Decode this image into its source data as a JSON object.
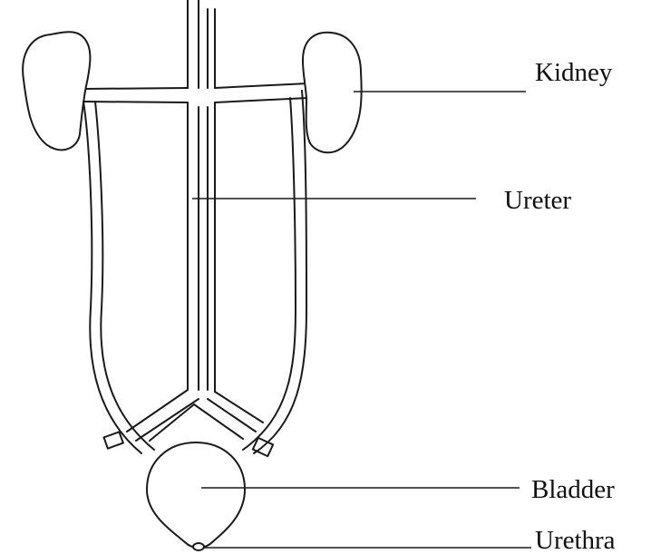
{
  "labels": {
    "kidney": "Kidney",
    "ureter": "Ureter",
    "bladder": "Bladder",
    "urethra": "Urethra"
  },
  "colors": {
    "ink": "#1a1a1a",
    "background": "#ffffff"
  }
}
